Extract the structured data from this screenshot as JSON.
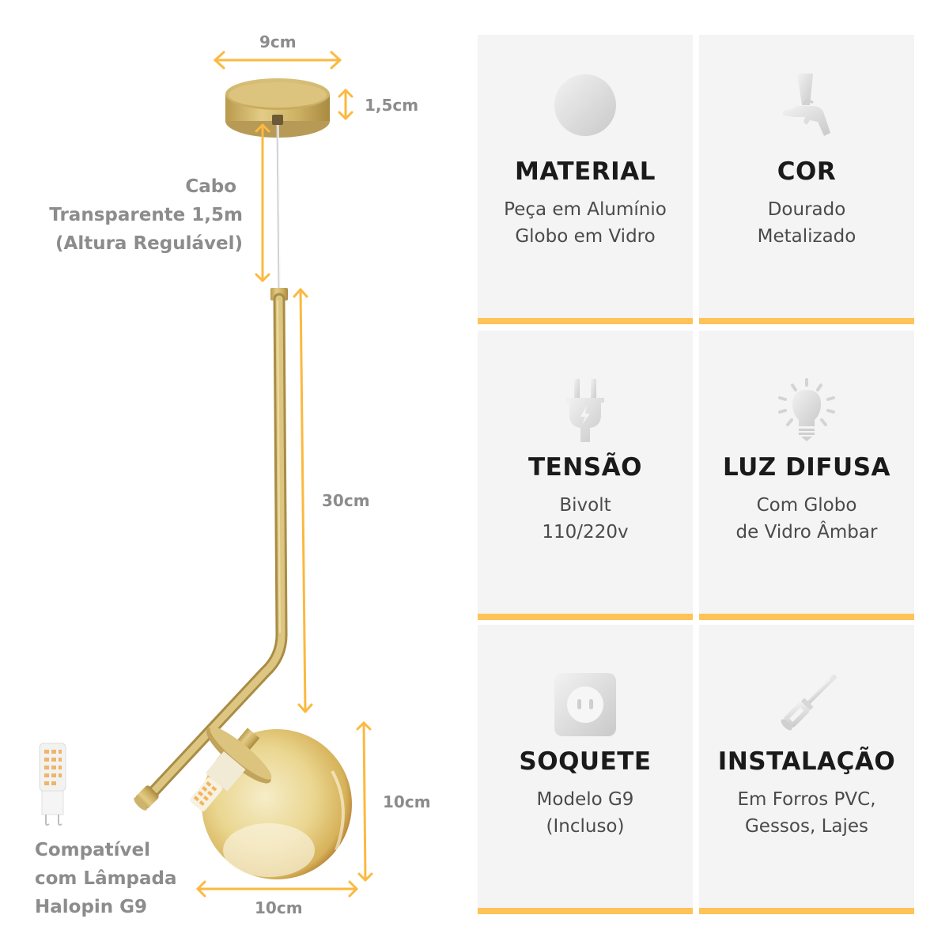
{
  "diagram": {
    "dimensions": {
      "canopy_width": "9cm",
      "canopy_height": "1,5cm",
      "rod_length": "30cm",
      "globe_height": "10cm",
      "globe_width": "10cm"
    },
    "cable_note": {
      "line1": "Cabo",
      "line2": "Transparente 1,5m",
      "line3": "(Altura Regulável)"
    },
    "bulb_note": {
      "line1": "Compatível",
      "line2": "com Lâmpada",
      "line3": "Halopin G9"
    }
  },
  "specs": [
    {
      "icon": "sphere-icon",
      "title": "MATERIAL",
      "line1": "Peça em Alumínio",
      "line2": "Globo em Vidro"
    },
    {
      "icon": "spray-gun-icon",
      "title": "COR",
      "line1": "Dourado",
      "line2": "Metalizado"
    },
    {
      "icon": "plug-icon",
      "title": "TENSÃO",
      "line1": "Bivolt",
      "line2": "110/220v"
    },
    {
      "icon": "light-bulb-icon",
      "title": "LUZ DIFUSA",
      "line1": "Com Globo",
      "line2": "de Vidro Âmbar"
    },
    {
      "icon": "socket-icon",
      "title": "SOQUETE",
      "line1": "Modelo G9",
      "line2": "(Incluso)"
    },
    {
      "icon": "screwdriver-icon",
      "title": "INSTALAÇÃO",
      "line1": "Em Forros PVC,",
      "line2": "Gessos, Lajes"
    }
  ],
  "colors": {
    "accent_bar": "#fec359",
    "arrow": "#fbb940",
    "card_bg": "#f4f4f4",
    "gold": "#d4b86a",
    "amber_glass": "#e9d48a",
    "label_gray": "#8c8c8c",
    "title_dark": "#1a1a1a"
  }
}
